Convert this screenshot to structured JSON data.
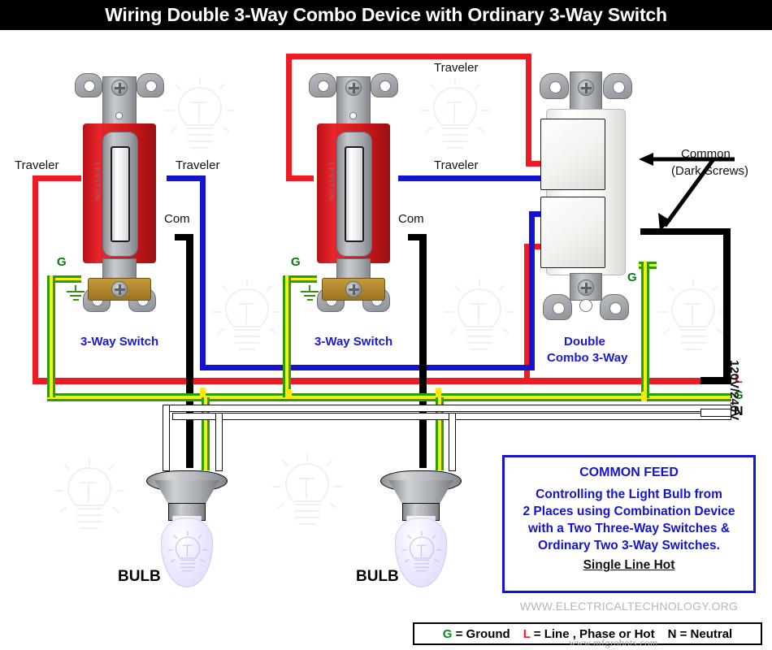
{
  "title": "Wiring Double 3-Way Combo Device with Ordinary 3-Way Switch",
  "devices": {
    "switch1": {
      "label": "3-Way Switch",
      "brand": "LEVITON",
      "traveler_left": "Traveler",
      "traveler_right": "Traveler",
      "common": "Com",
      "ground": "G"
    },
    "switch2": {
      "label": "3-Way Switch",
      "brand": "LEVITON",
      "traveler_top": "Traveler",
      "traveler_right": "Traveler",
      "common": "Com",
      "ground": "G"
    },
    "combo": {
      "label_line1": "Double",
      "label_line2": "Combo 3-Way",
      "ground": "G",
      "common_note_line1": "Common",
      "common_note_line2": "(Dark Screws)"
    }
  },
  "bulbs": [
    {
      "label": "BULB"
    },
    {
      "label": "BULB"
    }
  ],
  "supply": {
    "line": "L",
    "ground": "G",
    "neutral": "N",
    "voltage": "120V/240V"
  },
  "infobox": {
    "title": "COMMON FEED",
    "line1": "Controlling the Light Bulb from",
    "line2": "2 Places using Combination Device",
    "line3": "with a Two Three-Way Switches &",
    "line4": "Ordinary Two 3-Way Switches.",
    "underlined": "Single Line Hot"
  },
  "site_url": "WWW.ELECTRICALTECHNOLOGY.ORG",
  "watermark": "www.mfgrobots.com",
  "legend": {
    "ground_key": "G",
    "ground_text": "= Ground",
    "line_key": "L",
    "line_text": "= Line , Phase or Hot",
    "neutral_key": "N",
    "neutral_text": "= Neutral"
  },
  "colors": {
    "line_red": "#ed1c24",
    "traveler_blue": "#1414cf",
    "ground_green": "#2f9c06",
    "neutral_white": "#ffffff",
    "common_black": "#000000",
    "title_bg": "#000000",
    "label_blue": "#1a1ad6",
    "infobox_border": "#1414d0",
    "switch_body_red": "#d2181e",
    "wire_nut_yellow": "#ffe70a"
  }
}
